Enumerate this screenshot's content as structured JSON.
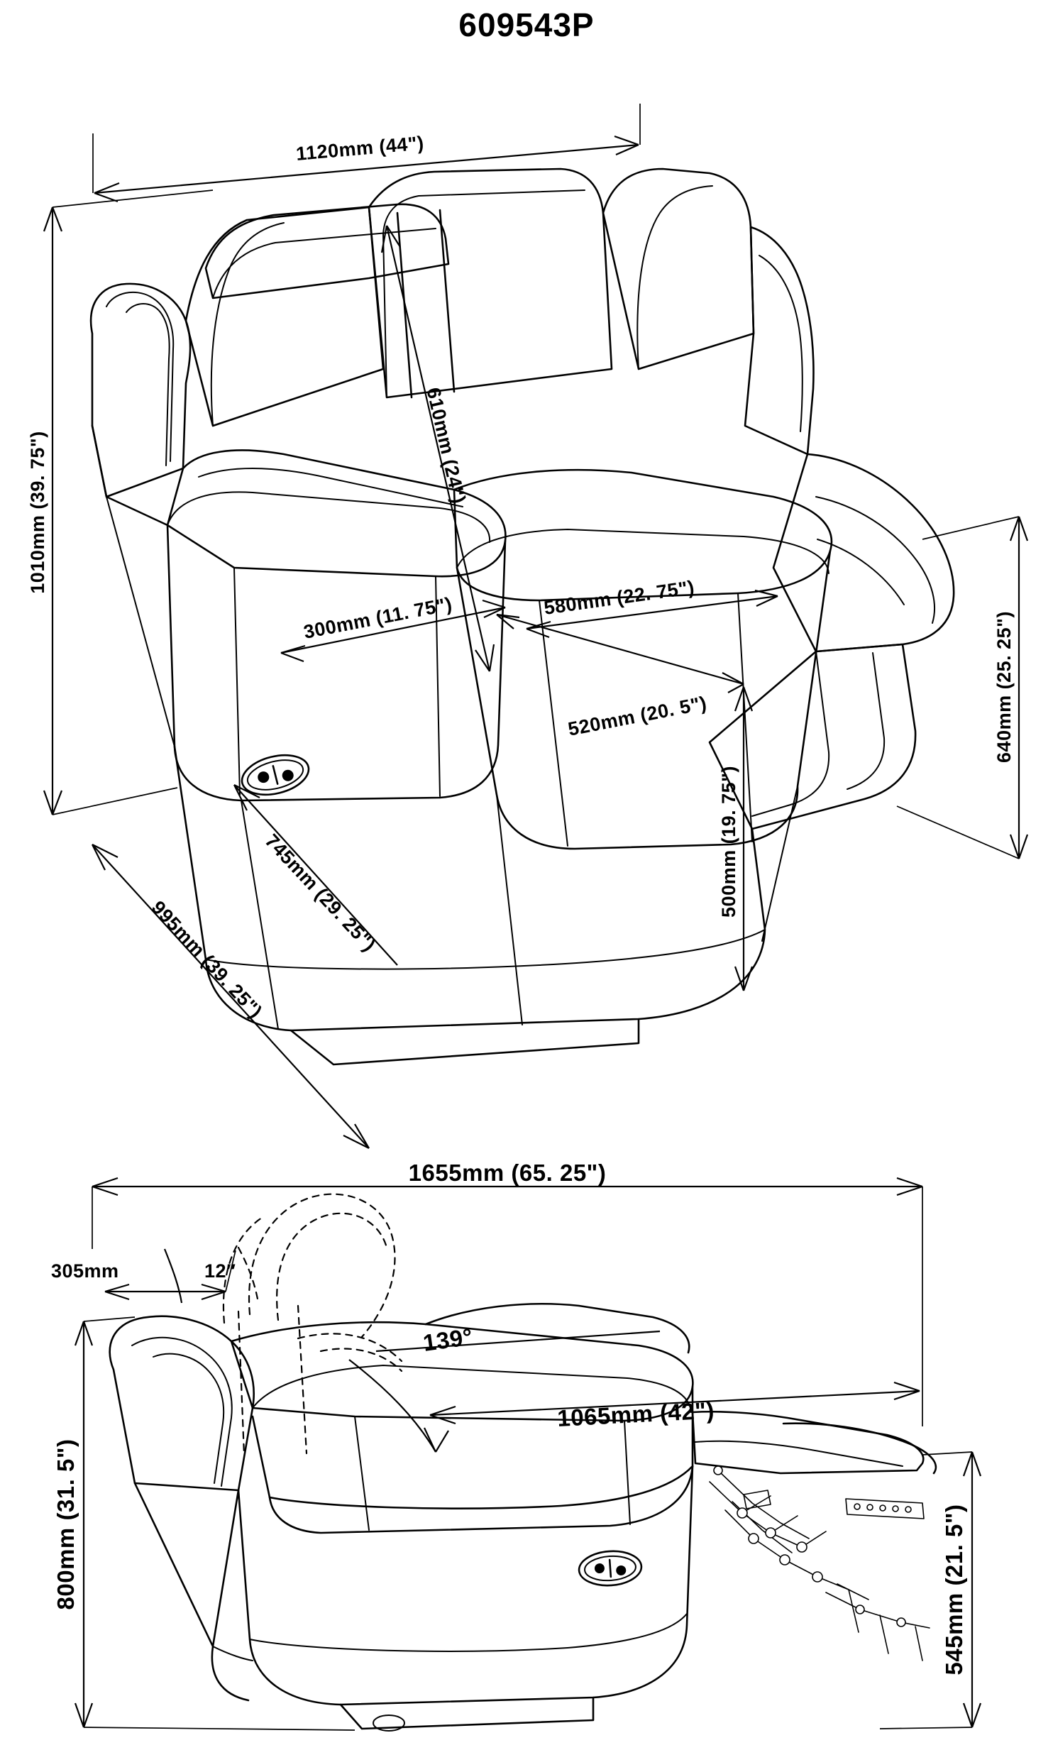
{
  "document": {
    "title": "609543P",
    "type": "furniture-dimension-drawing",
    "product": "power recliner chair",
    "views": [
      {
        "name": "upright-three-quarter-view",
        "position": "top"
      },
      {
        "name": "reclined-side-view",
        "position": "bottom"
      }
    ]
  },
  "chart_data": {
    "type": "table",
    "title": "609543P",
    "xlabel": "",
    "ylabel": "",
    "categories": [
      "overall width",
      "overall height",
      "seat back height",
      "arm width",
      "seat width",
      "seat depth",
      "seat height",
      "overall depth",
      "diagonal depth",
      "arm height",
      "reclined overall length",
      "recline travel",
      "recline tilt",
      "recline angle",
      "reclined seat length",
      "reclined overall height",
      "footrest height"
    ],
    "values": [
      1120,
      1010,
      610,
      300,
      580,
      520,
      500,
      745,
      995,
      640,
      1655,
      305,
      12,
      139,
      1065,
      800,
      545
    ],
    "units": "mm",
    "series": [
      {
        "name": "metric (mm)",
        "values": [
          1120,
          1010,
          610,
          300,
          580,
          520,
          500,
          745,
          995,
          640,
          1655,
          305,
          12,
          139,
          1065,
          800,
          545
        ]
      },
      {
        "name": "imperial (in)",
        "values": [
          44,
          39.75,
          24,
          11.75,
          22.75,
          20.5,
          19.75,
          29.25,
          39.25,
          25.25,
          65.25,
          null,
          12,
          139,
          42,
          31.5,
          21.5
        ]
      }
    ]
  },
  "top_view": {
    "width_overall": "1120mm (44\")",
    "height_overall": "1010mm (39. 75\")",
    "back_height": "610mm (24\")",
    "arm_width": "300mm (11. 75\")",
    "seat_width": "580mm (22. 75\")",
    "seat_depth": "520mm (20. 5\")",
    "seat_height": "500mm (19. 75\")",
    "depth_front": "745mm (29. 25\")",
    "depth_diagonal": "995mm (39. 25\")",
    "arm_height": "640mm (25. 25\")"
  },
  "bottom_view": {
    "reclined_length": "1655mm (65. 25\")",
    "recline_travel": "305mm",
    "tilt_angle": "12″",
    "recline_angle": "139°",
    "reclined_seat_length": "1065mm (42\")",
    "reclined_height": "800mm (31. 5\")",
    "footrest_height": "545mm (21. 5\")"
  },
  "controls": {
    "power_button_top": "power-control-button",
    "power_button_bottom": "power-control-button"
  }
}
